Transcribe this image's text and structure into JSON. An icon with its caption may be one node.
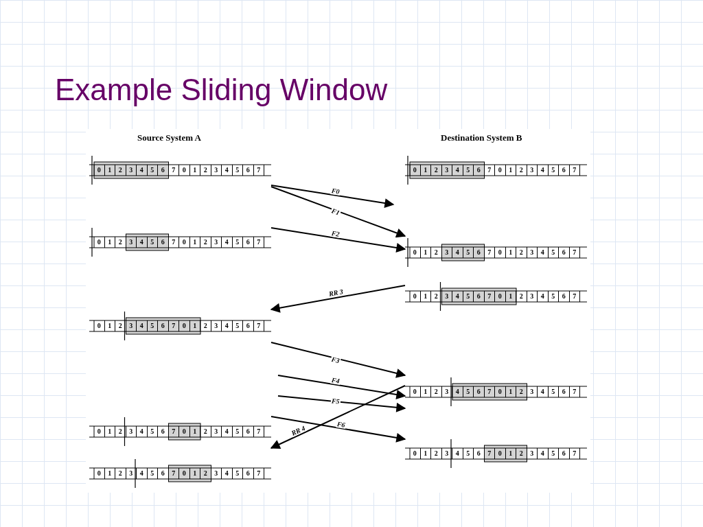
{
  "diagram": {
    "title": "Example Sliding Window",
    "nodes": [
      {
        "text": [
          "0",
          "1",
          "2",
          "3",
          "4",
          "5",
          "6",
          "7",
          "0",
          "1",
          "2",
          "3",
          "4",
          "5",
          "6",
          "7"
        ]
      },
      {
        "text": [
          "0",
          "1",
          "2",
          "3",
          "4",
          "5",
          "6",
          "7",
          "0",
          "1",
          "2",
          "3",
          "4",
          "5",
          "6",
          "7"
        ]
      },
      {
        "text": [
          "0",
          "1",
          "2",
          "3",
          "4",
          "5",
          "6",
          "7",
          "0",
          "1",
          "2",
          "3",
          "4",
          "5",
          "6",
          "7"
        ]
      },
      {
        "text": [
          "0",
          "1",
          "2",
          "3",
          "4",
          "5",
          "6",
          "7",
          "0",
          "1",
          "2",
          "3",
          "4",
          "5",
          "6",
          "7"
        ]
      },
      {
        "text": [
          "0",
          "1",
          "2",
          "3",
          "4",
          "5",
          "6",
          "7",
          "0",
          "1",
          "2",
          "3",
          "4",
          "5",
          "6",
          "7"
        ]
      },
      {
        "text": [
          "0",
          "1",
          "2",
          "3",
          "4",
          "5",
          "6",
          "7",
          "0",
          "1",
          "2",
          "3",
          "4",
          "5",
          "6",
          "7"
        ]
      },
      {
        "text": [
          "0",
          "1",
          "2",
          "3",
          "4",
          "5",
          "6",
          "7",
          "0",
          "1",
          "2",
          "3",
          "4",
          "5",
          "6",
          "7"
        ]
      },
      {
        "text": [
          "0",
          "1",
          "2",
          "3",
          "4",
          "5",
          "6",
          "7",
          "0",
          "1",
          "2",
          "3",
          "4",
          "5",
          "6",
          "7"
        ]
      },
      {
        "text": [
          "0",
          "1",
          "2",
          "3",
          "4",
          "5",
          "6",
          "7",
          "0",
          "1",
          "2",
          "3",
          "4",
          "5",
          "6",
          "7"
        ]
      },
      {
        "text": [
          "0",
          "1",
          "2",
          "3",
          "4",
          "5",
          "6",
          "7",
          "0",
          "1",
          "2",
          "3",
          "4",
          "5",
          "6",
          "7"
        ]
      }
    ],
    "edges": [
      {
        "from": 0,
        "to": null,
        "arrow": "to",
        "label": "F0"
      },
      {
        "from": 0,
        "to": 3,
        "arrow": "to",
        "label": "F1"
      },
      {
        "from": 2,
        "to": 3,
        "arrow": "to",
        "label": "F2"
      },
      {
        "from": 4,
        "to": 5,
        "arrow": "to",
        "label": "RR 3"
      },
      {
        "from": 5,
        "to": 6,
        "arrow": "to",
        "label": "F3"
      },
      {
        "from": null,
        "to": 6,
        "arrow": "to",
        "label": "F4"
      },
      {
        "from": null,
        "to": 6,
        "arrow": "to",
        "label": "F5"
      },
      {
        "from": 7,
        "to": 8,
        "arrow": "to",
        "label": "F6"
      },
      {
        "from": 6,
        "to": 7,
        "arrow": "to",
        "label": "RR 4"
      }
    ],
    "labels": [
      "Source System A",
      "Destination System B"
    ]
  }
}
